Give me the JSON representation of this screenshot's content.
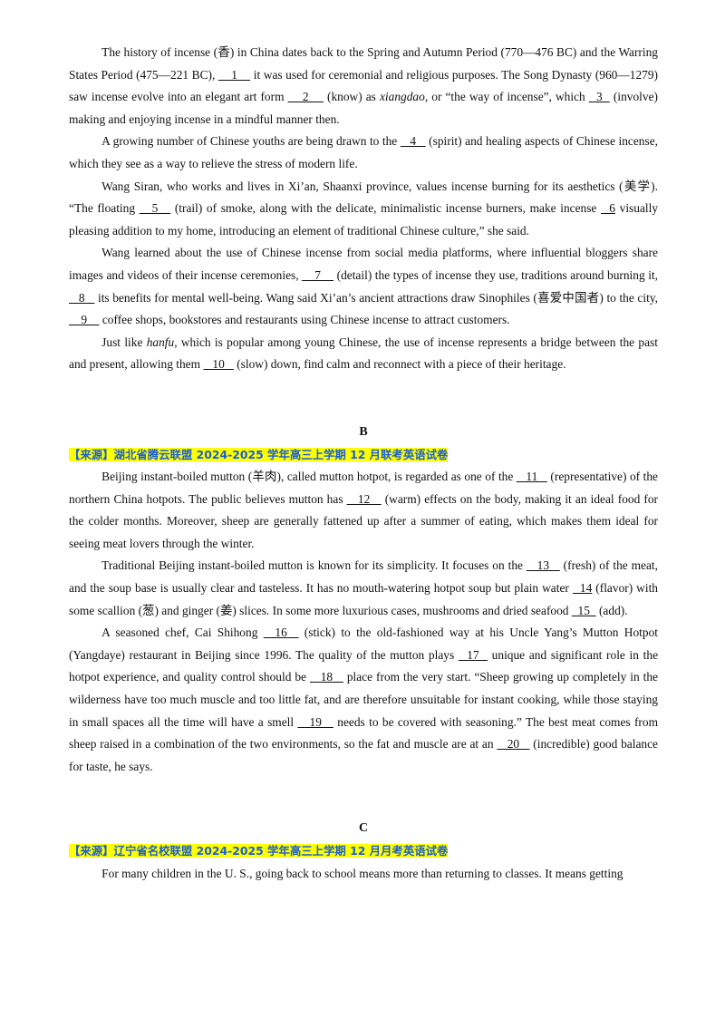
{
  "sectionA": {
    "paragraphs": [
      [
        {
          "t": "The history of incense (香) in China dates back to the Spring and Autumn Period (770—476 BC) and the Warring States Period (475—221 BC), "
        },
        {
          "b": "    1    "
        },
        {
          "t": " it was used for ceremonial and religious purposes. The Song Dynasty (960—1279) saw incense evolve into an elegant art form "
        },
        {
          "b": "    2    "
        },
        {
          "t": " (know) as "
        },
        {
          "i": "xiangdao"
        },
        {
          "t": ", or “the way of incense”, which "
        },
        {
          "b": "  3  "
        },
        {
          "t": " (involve) making and enjoying incense in a mindful manner then."
        }
      ],
      [
        {
          "t": "A growing number of Chinese youths are being drawn to the "
        },
        {
          "b": "   4   "
        },
        {
          "t": " (spirit) and healing aspects of Chinese incense, which they see as a way to relieve the stress of modern life."
        }
      ],
      [
        {
          "t": "Wang Siran, who works and lives in Xi’an, Shaanxi province, values incense burning for its aesthetics (美学). “The floating "
        },
        {
          "b": "   5   "
        },
        {
          "t": " (trail) of smoke, along with the delicate, minimalistic incense burners, make incense "
        },
        {
          "b": "  6"
        },
        {
          "t": " visually pleasing addition to my home, introducing an element of traditional Chinese culture,” she said."
        }
      ],
      [
        {
          "t": "Wang learned about the use of Chinese incense from social media platforms, where influential bloggers share images and videos of their incense ceremonies, "
        },
        {
          "b": "    7    "
        },
        {
          "t": " (detail) the types of incense they use, traditions around burning it, "
        },
        {
          "b": "   8   "
        },
        {
          "t": " its benefits for mental well-being. Wang said Xi’an’s ancient attractions draw Sinophiles (喜爱中国者) to the city, "
        },
        {
          "b": "    9    "
        },
        {
          "t": " coffee shops, bookstores and restaurants using Chinese incense to attract customers."
        }
      ],
      [
        {
          "t": "Just like "
        },
        {
          "i": "hanfu"
        },
        {
          "t": ", which is popular among young Chinese, the use of incense represents a bridge between the past and present, allowing them "
        },
        {
          "b": "   10   "
        },
        {
          "t": " (slow) down, find calm and reconnect with a piece of their heritage."
        }
      ]
    ]
  },
  "sectionB": {
    "letter": "B",
    "source": "【来源】湖北省腾云联盟 2024-2025 学年高三上学期 12 月联考英语试卷",
    "paragraphs": [
      [
        {
          "t": "Beijing instant-boiled mutton  (羊肉), called mutton hotpot, is regarded as one of the "
        },
        {
          "b": "   11   "
        },
        {
          "t": " (representative) of the northern China hotpots. The public believes mutton has "
        },
        {
          "b": "   12   "
        },
        {
          "t": " (warm) effects on the body, making it an ideal food for the colder months. Moreover, sheep are generally fattened up after a summer of eating, which makes them ideal for seeing meat lovers through the winter."
        }
      ],
      [
        {
          "t": "Traditional Beijing instant-boiled mutton is known for its simplicity. It focuses on the "
        },
        {
          "b": "   13   "
        },
        {
          "t": " (fresh) of the meat, and the soup base is usually clear and tasteless. It has no mouth-watering hotpot soup but plain water "
        },
        {
          "b": "  14"
        },
        {
          "t": " (flavor) with some scallion (葱) and ginger (姜) slices. In some more luxurious cases, mushrooms and dried seafood "
        },
        {
          "b": "  15  "
        },
        {
          "t": " (add)."
        }
      ],
      [
        {
          "t": "A seasoned chef, Cai Shihong "
        },
        {
          "b": "  16  "
        },
        {
          "t": " (stick) to the old-fashioned way at his Uncle Yang’s Mutton Hotpot (Yangdaye) restaurant in Beijing since 1996. The quality of the mutton plays "
        },
        {
          "b": "  17  "
        },
        {
          "t": " unique and significant role in the hotpot experience, and quality control should be "
        },
        {
          "b": "   18   "
        },
        {
          "t": " place from the very start. “Sheep growing up completely in the wilderness have too much muscle and too little fat, and are therefore unsuitable for instant cooking, while those staying in small spaces all the time will have a smell "
        },
        {
          "b": "   19   "
        },
        {
          "t": " needs to be covered with seasoning.” The best meat comes from sheep raised in a combination of the two environments, so the fat and muscle are at an "
        },
        {
          "b": "   20   "
        },
        {
          "t": " (incredible) good balance for taste, he says."
        }
      ]
    ]
  },
  "sectionC": {
    "letter": "C",
    "source": "【来源】辽宁省名校联盟 2024-2025 学年高三上学期 12 月月考英语试卷",
    "paragraphs": [
      [
        {
          "t": "For many children in the U. S., going back to school means more than returning to classes. It means getting"
        }
      ]
    ]
  }
}
